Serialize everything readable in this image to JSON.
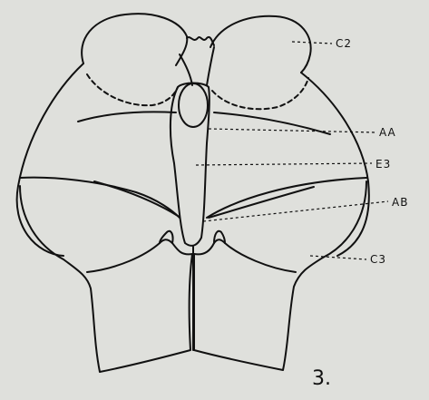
{
  "labels": {
    "c2": "C2",
    "aa": "AA",
    "e3": "E3",
    "ab": "AB",
    "c3": "C3"
  },
  "figure_number": "3."
}
